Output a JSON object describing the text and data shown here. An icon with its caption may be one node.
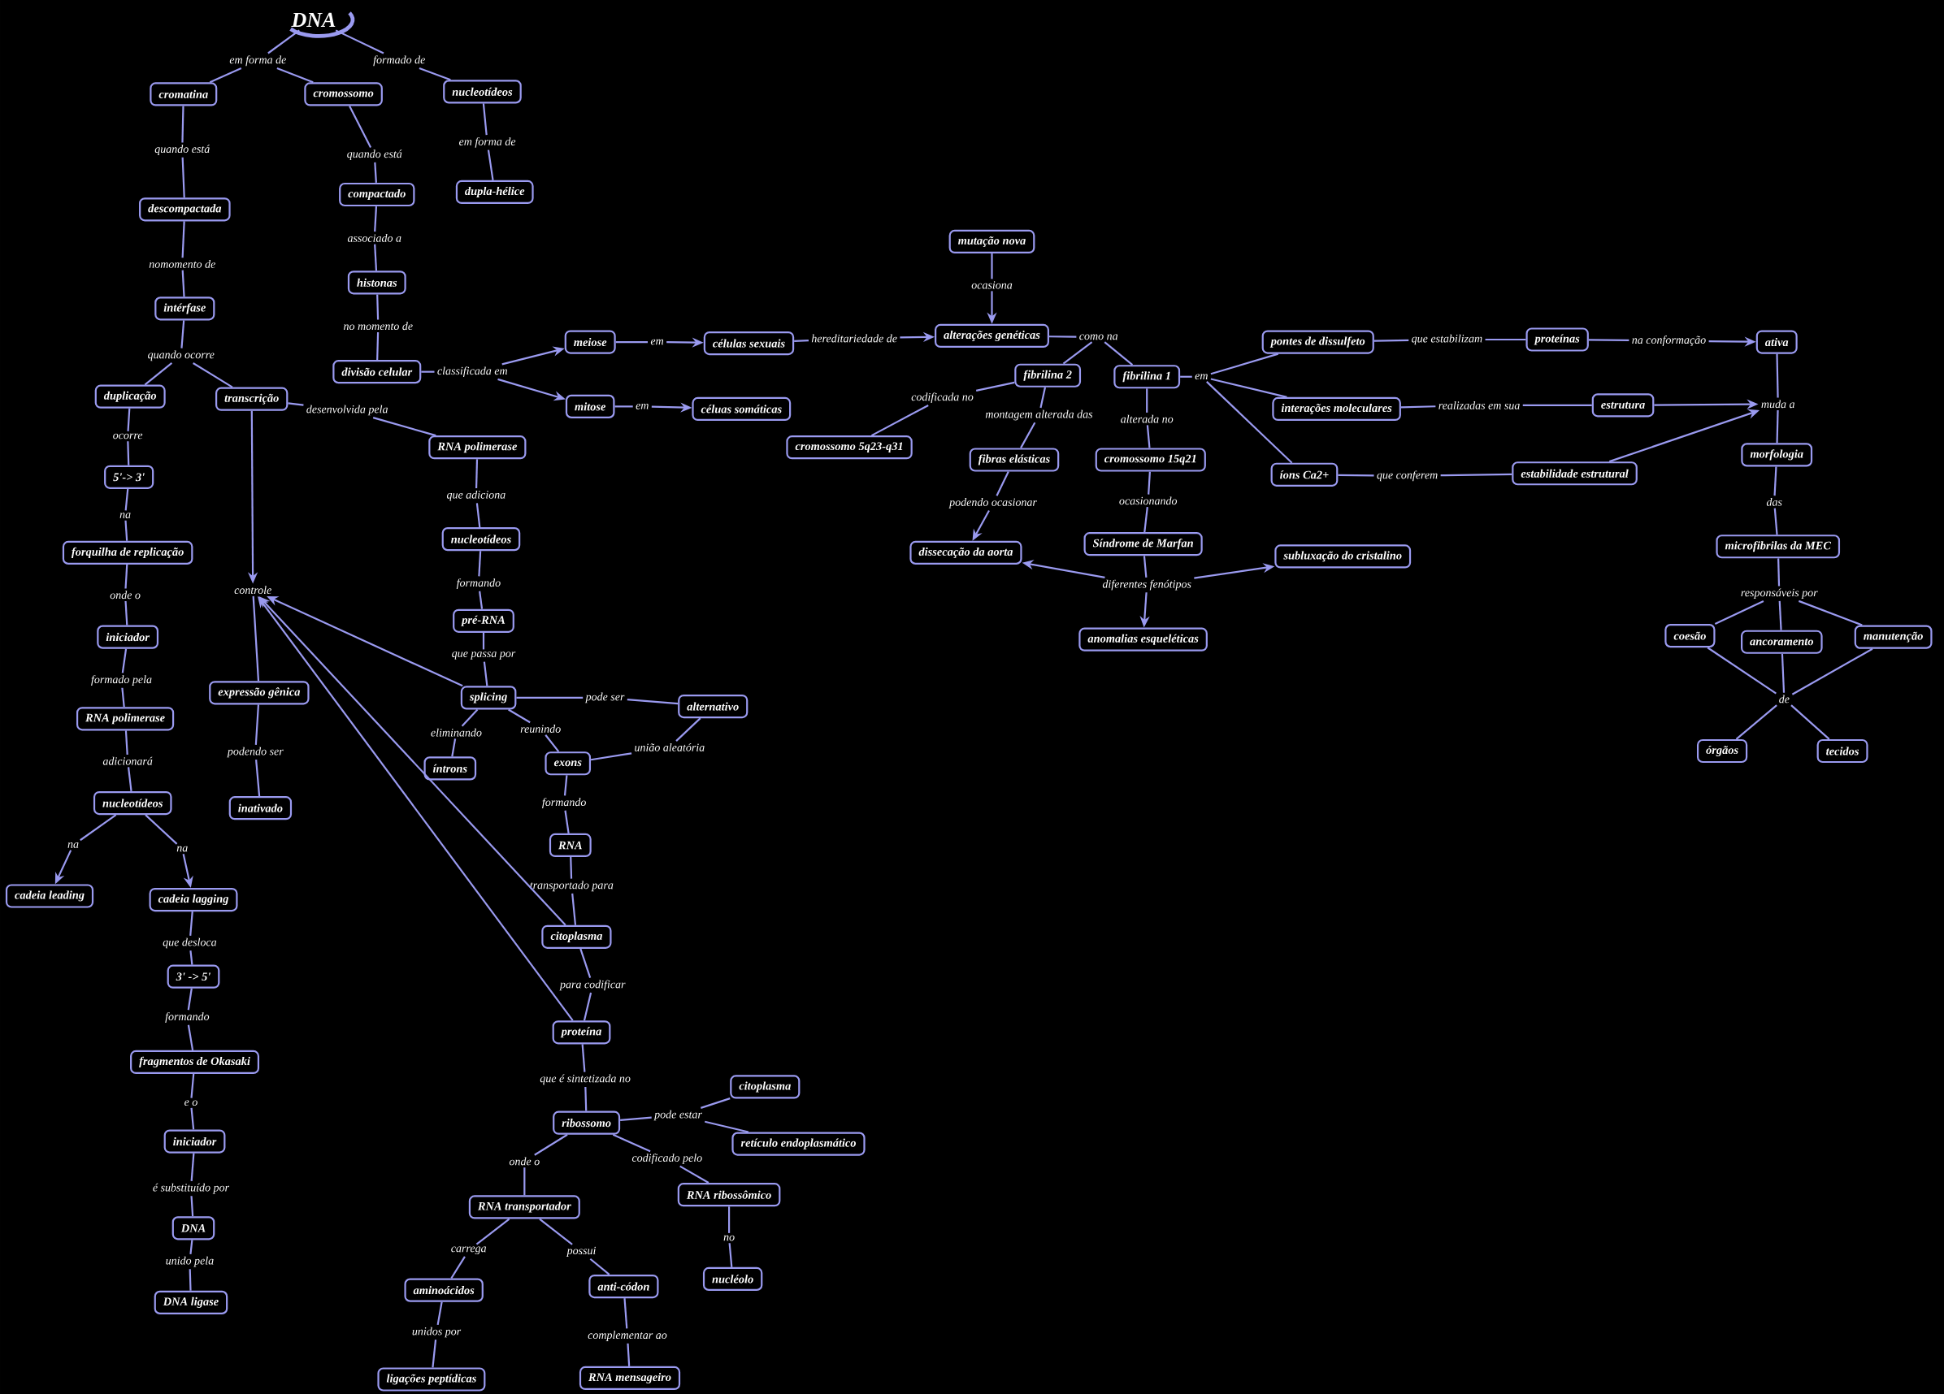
{
  "diagram": {
    "nodes": [
      {
        "text": [
          "DNA"
        ]
      },
      {
        "text": [
          "em forma de"
        ]
      },
      {
        "text": [
          "formado de"
        ]
      },
      {
        "text": [
          "cromatina"
        ]
      },
      {
        "text": [
          "cromossomo"
        ]
      },
      {
        "text": [
          "nucleotídeos"
        ]
      },
      {
        "text": [
          "quando está"
        ]
      },
      {
        "text": [
          "quando está"
        ]
      },
      {
        "text": [
          "em forma de"
        ]
      },
      {
        "text": [
          "descompactada"
        ]
      },
      {
        "text": [
          "compactado"
        ]
      },
      {
        "text": [
          "dupla-hélice"
        ]
      },
      {
        "text": [
          "nomomento de"
        ]
      },
      {
        "text": [
          "associado a"
        ]
      },
      {
        "text": [
          "intérfase"
        ]
      },
      {
        "text": [
          "histonas"
        ]
      },
      {
        "text": [
          "no momento de"
        ]
      },
      {
        "text": [
          "quando ocorre"
        ]
      },
      {
        "text": [
          "divisão celular"
        ]
      },
      {
        "text": [
          "classificada em"
        ]
      },
      {
        "text": [
          "duplicação"
        ]
      },
      {
        "text": [
          "transcrição"
        ]
      },
      {
        "text": [
          "desenvolvida pela"
        ]
      },
      {
        "text": [
          "RNA polimerase"
        ]
      },
      {
        "text": [
          "meiose"
        ]
      },
      {
        "text": [
          "mitose"
        ]
      },
      {
        "text": [
          "em"
        ]
      },
      {
        "text": [
          "em"
        ]
      },
      {
        "text": [
          "células sexuais"
        ]
      },
      {
        "text": [
          "céluas somáticas"
        ]
      },
      {
        "text": [
          "hereditariedade de"
        ]
      },
      {
        "text": [
          "mutação nova"
        ]
      },
      {
        "text": [
          "ocasiona"
        ]
      },
      {
        "text": [
          "alterações genéticas"
        ]
      },
      {
        "text": [
          "como na"
        ]
      },
      {
        "text": [
          "fibrilina 2"
        ]
      },
      {
        "text": [
          "fibrilina 1"
        ]
      },
      {
        "text": [
          "em"
        ]
      },
      {
        "text": [
          "codificada no"
        ]
      },
      {
        "text": [
          "montagem alterada das"
        ]
      },
      {
        "text": [
          "alterada no"
        ]
      },
      {
        "text": [
          "cromossomo 5q23-q31"
        ]
      },
      {
        "text": [
          "fibras elásticas"
        ]
      },
      {
        "text": [
          "cromossomo 15q21"
        ]
      },
      {
        "text": [
          "podendo ocasionar"
        ]
      },
      {
        "text": [
          "ocasionando"
        ]
      },
      {
        "text": [
          "Síndrome de Marfan"
        ]
      },
      {
        "text": [
          "dissecação da aorta"
        ]
      },
      {
        "text": [
          "diferentes fenótipos"
        ]
      },
      {
        "text": [
          "subluxação do cristalino"
        ]
      },
      {
        "text": [
          "anomalias esqueléticas"
        ]
      },
      {
        "text": [
          "pontes de dissulfeto"
        ]
      },
      {
        "text": [
          "que estabilizam"
        ]
      },
      {
        "text": [
          "proteínas"
        ]
      },
      {
        "text": [
          "na conformação"
        ]
      },
      {
        "text": [
          "ativa"
        ]
      },
      {
        "text": [
          "interações moleculares"
        ]
      },
      {
        "text": [
          "realizadas em sua"
        ]
      },
      {
        "text": [
          "estrutura"
        ]
      },
      {
        "text": [
          "muda a"
        ]
      },
      {
        "text": [
          "íons Ca2+"
        ]
      },
      {
        "text": [
          "que conferem"
        ]
      },
      {
        "text": [
          "estabilidade estrutural"
        ]
      },
      {
        "text": [
          "morfologia"
        ]
      },
      {
        "text": [
          "das"
        ]
      },
      {
        "text": [
          "microfibrilas da MEC"
        ]
      },
      {
        "text": [
          "responsáveis por"
        ]
      },
      {
        "text": [
          "coesão"
        ]
      },
      {
        "text": [
          "ancoramento"
        ]
      },
      {
        "text": [
          "manutenção"
        ]
      },
      {
        "text": [
          "de"
        ]
      },
      {
        "text": [
          "órgãos"
        ]
      },
      {
        "text": [
          "tecidos"
        ]
      },
      {
        "text": [
          "ocorre"
        ]
      },
      {
        "text": [
          "5'-> 3'"
        ]
      },
      {
        "text": [
          "na"
        ]
      },
      {
        "text": [
          "forquilha de replicação"
        ]
      },
      {
        "text": [
          "onde o"
        ]
      },
      {
        "text": [
          "iniciador"
        ]
      },
      {
        "text": [
          "formado pela"
        ]
      },
      {
        "text": [
          "RNA polimerase"
        ]
      },
      {
        "text": [
          "adicionará"
        ]
      },
      {
        "text": [
          "nucleotídeos"
        ]
      },
      {
        "text": [
          "na"
        ]
      },
      {
        "text": [
          "na"
        ]
      },
      {
        "text": [
          "cadeia leading"
        ]
      },
      {
        "text": [
          "cadeia lagging"
        ]
      },
      {
        "text": [
          "que desloca"
        ]
      },
      {
        "text": [
          "3' -> 5'"
        ]
      },
      {
        "text": [
          "formando"
        ]
      },
      {
        "text": [
          "fragmentos de Okasaki"
        ]
      },
      {
        "text": [
          "e o"
        ]
      },
      {
        "text": [
          "iniciador"
        ]
      },
      {
        "text": [
          "é substituído por"
        ]
      },
      {
        "text": [
          "DNA"
        ]
      },
      {
        "text": [
          "unido pela"
        ]
      },
      {
        "text": [
          "DNA ligase"
        ]
      },
      {
        "text": [
          "controle"
        ]
      },
      {
        "text": [
          "expressão gênica"
        ]
      },
      {
        "text": [
          "podendo ser"
        ]
      },
      {
        "text": [
          "inativado"
        ]
      },
      {
        "text": [
          "que adiciona"
        ]
      },
      {
        "text": [
          "nucleotídeos"
        ]
      },
      {
        "text": [
          "formando"
        ]
      },
      {
        "text": [
          "pré-RNA"
        ]
      },
      {
        "text": [
          "que passa por"
        ]
      },
      {
        "text": [
          "splicing"
        ]
      },
      {
        "text": [
          "pode ser"
        ]
      },
      {
        "text": [
          "alternativo"
        ]
      },
      {
        "text": [
          "eliminando"
        ]
      },
      {
        "text": [
          "reunindo"
        ]
      },
      {
        "text": [
          "íntrons"
        ]
      },
      {
        "text": [
          "exons"
        ]
      },
      {
        "text": [
          "união aleatória"
        ]
      },
      {
        "text": [
          "formando"
        ]
      },
      {
        "text": [
          "RNA"
        ]
      },
      {
        "text": [
          "transportado para"
        ]
      },
      {
        "text": [
          "citoplasma"
        ]
      },
      {
        "text": [
          "para codificar"
        ]
      },
      {
        "text": [
          "proteína"
        ]
      },
      {
        "text": [
          "que é sintetizada no"
        ]
      },
      {
        "text": [
          "ribossomo"
        ]
      },
      {
        "text": [
          "pode estar"
        ]
      },
      {
        "text": [
          "citoplasma"
        ]
      },
      {
        "text": [
          "retículo endoplasmático"
        ]
      },
      {
        "text": [
          "onde o"
        ]
      },
      {
        "text": [
          "codificado pelo"
        ]
      },
      {
        "text": [
          "RNA transportador"
        ]
      },
      {
        "text": [
          "RNA ribossômico"
        ]
      },
      {
        "text": [
          "no"
        ]
      },
      {
        "text": [
          "nucléolo"
        ]
      },
      {
        "text": [
          "carrega"
        ]
      },
      {
        "text": [
          "possui"
        ]
      },
      {
        "text": [
          "aminoácidos"
        ]
      },
      {
        "text": [
          "anti-códon"
        ]
      },
      {
        "text": [
          "unidos por"
        ]
      },
      {
        "text": [
          "complementar ao"
        ]
      },
      {
        "text": [
          "ligações peptídicas"
        ]
      },
      {
        "text": [
          "RNA mensageiro"
        ]
      }
    ],
    "edges": [
      {
        "from": 0,
        "to": 1,
        "arrow": "none"
      },
      {
        "from": 1,
        "to": 3,
        "arrow": "none"
      },
      {
        "from": 1,
        "to": 4,
        "arrow": "none"
      },
      {
        "from": 0,
        "to": 2,
        "arrow": "none"
      },
      {
        "from": 2,
        "to": 5,
        "arrow": "none"
      },
      {
        "from": 3,
        "to": 6,
        "arrow": "none"
      },
      {
        "from": 6,
        "to": 9,
        "arrow": "none"
      },
      {
        "from": 4,
        "to": 7,
        "arrow": "none"
      },
      {
        "from": 7,
        "to": 10,
        "arrow": "none"
      },
      {
        "from": 5,
        "to": 8,
        "arrow": "none"
      },
      {
        "from": 8,
        "to": 11,
        "arrow": "none"
      },
      {
        "from": 9,
        "to": 12,
        "arrow": "none"
      },
      {
        "from": 12,
        "to": 14,
        "arrow": "none"
      },
      {
        "from": 10,
        "to": 13,
        "arrow": "none"
      },
      {
        "from": 13,
        "to": 15,
        "arrow": "none"
      },
      {
        "from": 15,
        "to": 16,
        "arrow": "none"
      },
      {
        "from": 16,
        "to": 18,
        "arrow": "none"
      },
      {
        "from": 14,
        "to": 17,
        "arrow": "none"
      },
      {
        "from": 17,
        "to": 20,
        "arrow": "none"
      },
      {
        "from": 17,
        "to": 21,
        "arrow": "none"
      },
      {
        "from": 18,
        "to": 19,
        "arrow": "none"
      },
      {
        "from": 19,
        "to": 24,
        "arrow": "to"
      },
      {
        "from": 19,
        "to": 25,
        "arrow": "to"
      },
      {
        "from": 24,
        "to": 26,
        "arrow": "none"
      },
      {
        "from": 26,
        "to": 28,
        "arrow": "to"
      },
      {
        "from": 25,
        "to": 27,
        "arrow": "none"
      },
      {
        "from": 27,
        "to": 29,
        "arrow": "to"
      },
      {
        "from": 28,
        "to": 30,
        "arrow": "none"
      },
      {
        "from": 30,
        "to": 33,
        "arrow": "to"
      },
      {
        "from": 31,
        "to": 32,
        "arrow": "none"
      },
      {
        "from": 32,
        "to": 33,
        "arrow": "to"
      },
      {
        "from": 33,
        "to": 34,
        "arrow": "none"
      },
      {
        "from": 34,
        "to": 35,
        "arrow": "none"
      },
      {
        "from": 34,
        "to": 36,
        "arrow": "none"
      },
      {
        "from": 35,
        "to": 38,
        "arrow": "none"
      },
      {
        "from": 38,
        "to": 41,
        "arrow": "none"
      },
      {
        "from": 35,
        "to": 39,
        "arrow": "none"
      },
      {
        "from": 39,
        "to": 42,
        "arrow": "none"
      },
      {
        "from": 42,
        "to": 44,
        "arrow": "none"
      },
      {
        "from": 44,
        "to": 47,
        "arrow": "to"
      },
      {
        "from": 36,
        "to": 40,
        "arrow": "none"
      },
      {
        "from": 40,
        "to": 43,
        "arrow": "none"
      },
      {
        "from": 43,
        "to": 45,
        "arrow": "none"
      },
      {
        "from": 45,
        "to": 46,
        "arrow": "none"
      },
      {
        "from": 46,
        "to": 48,
        "arrow": "none"
      },
      {
        "from": 48,
        "to": 47,
        "arrow": "to"
      },
      {
        "from": 48,
        "to": 49,
        "arrow": "to"
      },
      {
        "from": 48,
        "to": 50,
        "arrow": "to"
      },
      {
        "from": 36,
        "to": 37,
        "arrow": "none"
      },
      {
        "from": 37,
        "to": 51,
        "arrow": "none"
      },
      {
        "from": 37,
        "to": 56,
        "arrow": "none"
      },
      {
        "from": 37,
        "to": 60,
        "arrow": "none"
      },
      {
        "from": 51,
        "to": 52,
        "arrow": "none"
      },
      {
        "from": 52,
        "to": 53,
        "arrow": "none"
      },
      {
        "from": 53,
        "to": 54,
        "arrow": "none"
      },
      {
        "from": 54,
        "to": 55,
        "arrow": "to"
      },
      {
        "from": 56,
        "to": 57,
        "arrow": "none"
      },
      {
        "from": 57,
        "to": 58,
        "arrow": "none"
      },
      {
        "from": 58,
        "to": 59,
        "arrow": "to"
      },
      {
        "from": 55,
        "to": 59,
        "arrow": "none"
      },
      {
        "from": 62,
        "to": 59,
        "arrow": "to"
      },
      {
        "from": 60,
        "to": 61,
        "arrow": "none"
      },
      {
        "from": 61,
        "to": 62,
        "arrow": "none"
      },
      {
        "from": 59,
        "to": 63,
        "arrow": "none"
      },
      {
        "from": 63,
        "to": 64,
        "arrow": "none"
      },
      {
        "from": 64,
        "to": 65,
        "arrow": "none"
      },
      {
        "from": 65,
        "to": 66,
        "arrow": "none"
      },
      {
        "from": 66,
        "to": 67,
        "arrow": "none"
      },
      {
        "from": 66,
        "to": 68,
        "arrow": "none"
      },
      {
        "from": 66,
        "to": 69,
        "arrow": "none"
      },
      {
        "from": 67,
        "to": 70,
        "arrow": "none"
      },
      {
        "from": 68,
        "to": 70,
        "arrow": "none"
      },
      {
        "from": 69,
        "to": 70,
        "arrow": "none"
      },
      {
        "from": 70,
        "to": 71,
        "arrow": "none"
      },
      {
        "from": 70,
        "to": 72,
        "arrow": "none"
      },
      {
        "from": 20,
        "to": 73,
        "arrow": "none"
      },
      {
        "from": 73,
        "to": 74,
        "arrow": "none"
      },
      {
        "from": 74,
        "to": 75,
        "arrow": "none"
      },
      {
        "from": 75,
        "to": 76,
        "arrow": "none"
      },
      {
        "from": 76,
        "to": 77,
        "arrow": "none"
      },
      {
        "from": 77,
        "to": 78,
        "arrow": "none"
      },
      {
        "from": 78,
        "to": 79,
        "arrow": "none"
      },
      {
        "from": 79,
        "to": 80,
        "arrow": "none"
      },
      {
        "from": 80,
        "to": 81,
        "arrow": "none"
      },
      {
        "from": 81,
        "to": 82,
        "arrow": "none"
      },
      {
        "from": 82,
        "to": 83,
        "arrow": "none"
      },
      {
        "from": 83,
        "to": 85,
        "arrow": "to"
      },
      {
        "from": 82,
        "to": 84,
        "arrow": "none"
      },
      {
        "from": 84,
        "to": 86,
        "arrow": "to"
      },
      {
        "from": 86,
        "to": 87,
        "arrow": "none"
      },
      {
        "from": 87,
        "to": 88,
        "arrow": "none"
      },
      {
        "from": 88,
        "to": 89,
        "arrow": "none"
      },
      {
        "from": 89,
        "to": 90,
        "arrow": "none"
      },
      {
        "from": 90,
        "to": 91,
        "arrow": "none"
      },
      {
        "from": 91,
        "to": 92,
        "arrow": "none"
      },
      {
        "from": 92,
        "to": 93,
        "arrow": "none"
      },
      {
        "from": 93,
        "to": 94,
        "arrow": "none"
      },
      {
        "from": 94,
        "to": 95,
        "arrow": "none"
      },
      {
        "from": 95,
        "to": 96,
        "arrow": "none"
      },
      {
        "from": 21,
        "to": 22,
        "arrow": "none"
      },
      {
        "from": 22,
        "to": 23,
        "arrow": "none"
      },
      {
        "from": 21,
        "to": 97,
        "arrow": "to"
      },
      {
        "from": 97,
        "to": 98,
        "arrow": "none"
      },
      {
        "from": 98,
        "to": 99,
        "arrow": "none"
      },
      {
        "from": 99,
        "to": 100,
        "arrow": "none"
      },
      {
        "from": 23,
        "to": 101,
        "arrow": "none"
      },
      {
        "from": 101,
        "to": 102,
        "arrow": "none"
      },
      {
        "from": 102,
        "to": 103,
        "arrow": "none"
      },
      {
        "from": 103,
        "to": 104,
        "arrow": "none"
      },
      {
        "from": 104,
        "to": 105,
        "arrow": "none"
      },
      {
        "from": 105,
        "to": 106,
        "arrow": "none"
      },
      {
        "from": 106,
        "to": 97,
        "arrow": "to"
      },
      {
        "from": 106,
        "to": 107,
        "arrow": "none"
      },
      {
        "from": 107,
        "to": 108,
        "arrow": "none"
      },
      {
        "from": 106,
        "to": 109,
        "arrow": "none"
      },
      {
        "from": 109,
        "to": 111,
        "arrow": "none"
      },
      {
        "from": 106,
        "to": 110,
        "arrow": "none"
      },
      {
        "from": 110,
        "to": 112,
        "arrow": "none"
      },
      {
        "from": 108,
        "to": 113,
        "arrow": "none"
      },
      {
        "from": 113,
        "to": 112,
        "arrow": "none"
      },
      {
        "from": 112,
        "to": 114,
        "arrow": "none"
      },
      {
        "from": 114,
        "to": 115,
        "arrow": "none"
      },
      {
        "from": 115,
        "to": 116,
        "arrow": "none"
      },
      {
        "from": 116,
        "to": 117,
        "arrow": "none"
      },
      {
        "from": 117,
        "to": 97,
        "arrow": "to"
      },
      {
        "from": 117,
        "to": 118,
        "arrow": "none"
      },
      {
        "from": 118,
        "to": 119,
        "arrow": "none"
      },
      {
        "from": 119,
        "to": 97,
        "arrow": "to"
      },
      {
        "from": 119,
        "to": 120,
        "arrow": "none"
      },
      {
        "from": 120,
        "to": 121,
        "arrow": "none"
      },
      {
        "from": 121,
        "to": 122,
        "arrow": "none"
      },
      {
        "from": 122,
        "to": 123,
        "arrow": "none"
      },
      {
        "from": 122,
        "to": 124,
        "arrow": "none"
      },
      {
        "from": 121,
        "to": 125,
        "arrow": "none"
      },
      {
        "from": 125,
        "to": 127,
        "arrow": "none"
      },
      {
        "from": 121,
        "to": 126,
        "arrow": "none"
      },
      {
        "from": 126,
        "to": 128,
        "arrow": "none"
      },
      {
        "from": 128,
        "to": 129,
        "arrow": "none"
      },
      {
        "from": 129,
        "to": 130,
        "arrow": "none"
      },
      {
        "from": 127,
        "to": 131,
        "arrow": "none"
      },
      {
        "from": 131,
        "to": 133,
        "arrow": "none"
      },
      {
        "from": 127,
        "to": 132,
        "arrow": "none"
      },
      {
        "from": 132,
        "to": 134,
        "arrow": "none"
      },
      {
        "from": 133,
        "to": 135,
        "arrow": "none"
      },
      {
        "from": 135,
        "to": 137,
        "arrow": "none"
      },
      {
        "from": 134,
        "to": 136,
        "arrow": "none"
      },
      {
        "from": 136,
        "to": 138,
        "arrow": "none"
      }
    ]
  }
}
